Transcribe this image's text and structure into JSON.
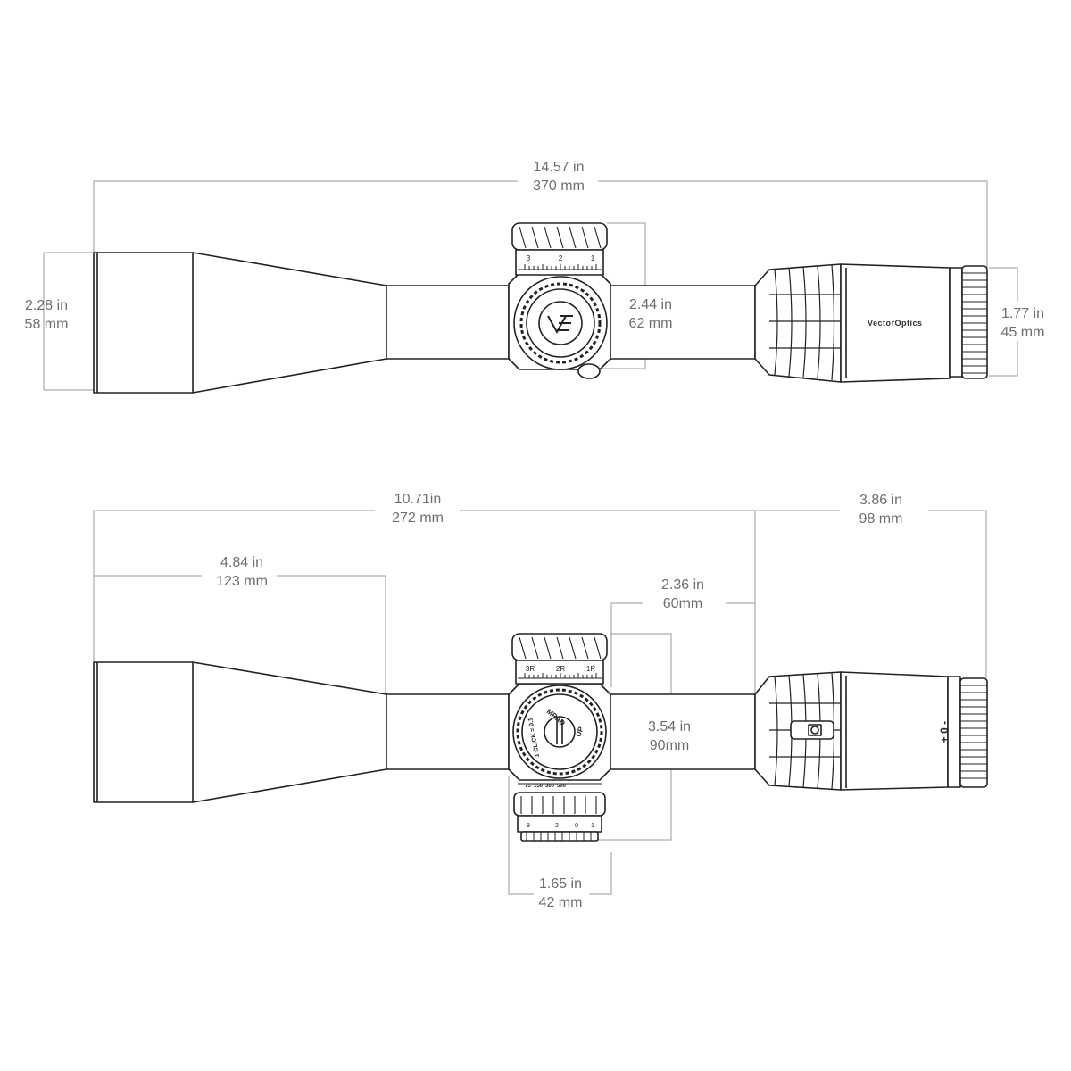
{
  "colors": {
    "outline": "#222222",
    "dimension_line": "#9a9a9a",
    "dimension_text": "#6e6e6e",
    "background": "#ffffff"
  },
  "brand": "VectorOptics",
  "top_view": {
    "overall_length": {
      "in": "14.57 in",
      "mm": "370 mm"
    },
    "objective_diameter": {
      "in": "2.28 in",
      "mm": "58 mm"
    },
    "turret_height": {
      "in": "2.44 in",
      "mm": "62 mm"
    },
    "eyepiece_diameter": {
      "in": "1.77 in",
      "mm": "45 mm"
    },
    "elevation_scale": [
      "3",
      "2",
      "1"
    ]
  },
  "side_view": {
    "tube_length": {
      "in": "10.71in",
      "mm": "272 mm"
    },
    "eyepiece_length": {
      "in": "3.86 in",
      "mm": "98 mm"
    },
    "objective_length": {
      "in": "4.84 in",
      "mm": "123 mm"
    },
    "turret_offset": {
      "in": "2.36 in",
      "mm": "60mm"
    },
    "turret_height": {
      "in": "3.54 in",
      "mm": "90mm"
    },
    "turret_width": {
      "in": "1.65 in",
      "mm": "42 mm"
    },
    "turret_scale": [
      "3R",
      "2R",
      "1R"
    ],
    "turret_text": {
      "unit": "MRAD",
      "direction": "UP",
      "click": "1 CLICK = 0.1"
    },
    "parallax_marks": [
      "75",
      "150",
      "300",
      "500"
    ],
    "parallax_scale": [
      "8",
      "2",
      "0",
      "1"
    ],
    "diopter_label": "+ 0 -"
  }
}
